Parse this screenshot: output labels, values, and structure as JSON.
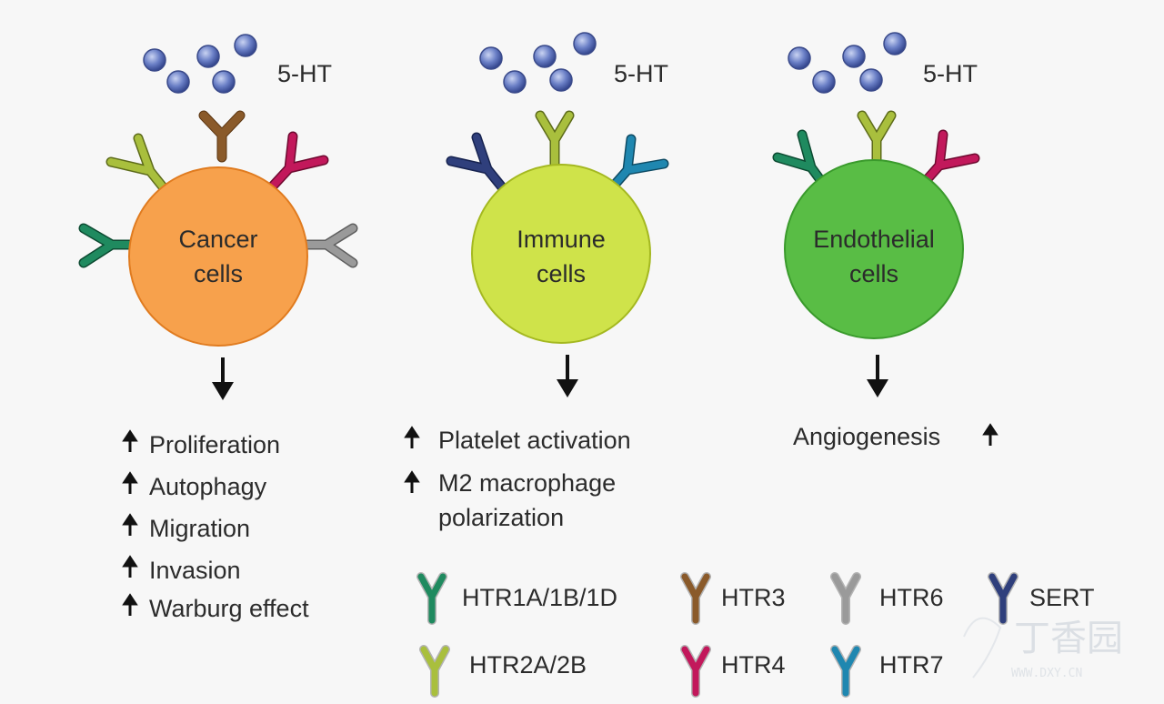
{
  "colors": {
    "cancer_cell": "#f7a14c",
    "immune_cell": "#cfe34a",
    "endothelial_cell": "#59bd45",
    "molecule": "#5b6fb8",
    "htr1": "#1f8a5f",
    "htr2": "#a9bf3d",
    "htr3": "#8a5a2a",
    "htr4": "#c2185b",
    "htr6": "#9a9a9a",
    "htr7": "#1f87b0",
    "sert": "#2f3f7c"
  },
  "panels": [
    {
      "serotonin_label": "5-HT",
      "cell_line1": "Cancer",
      "cell_line2": "cells",
      "effects": [
        "Proliferation",
        "Autophagy",
        "Migration",
        "Invasion",
        "Warburg effect"
      ]
    },
    {
      "serotonin_label": "5-HT",
      "cell_line1": "Immune",
      "cell_line2": "cells",
      "effects": [
        "Platelet activation",
        "M2 macrophage",
        "polarization"
      ]
    },
    {
      "serotonin_label": "5-HT",
      "cell_line1": "Endothelial",
      "cell_line2": "cells",
      "effects": [
        "Angiogenesis"
      ]
    }
  ],
  "legend": [
    {
      "label": "HTR1A/1B/1D",
      "color_key": "htr1"
    },
    {
      "label": "HTR3",
      "color_key": "htr3"
    },
    {
      "label": "HTR6",
      "color_key": "htr6"
    },
    {
      "label": "SERT",
      "color_key": "sert"
    },
    {
      "label": "HTR2A/2B",
      "color_key": "htr2"
    },
    {
      "label": "HTR4",
      "color_key": "htr4"
    },
    {
      "label": "HTR7",
      "color_key": "htr7"
    }
  ],
  "watermark": {
    "text": "丁香园",
    "sub": "WWW.DXY.CN"
  }
}
